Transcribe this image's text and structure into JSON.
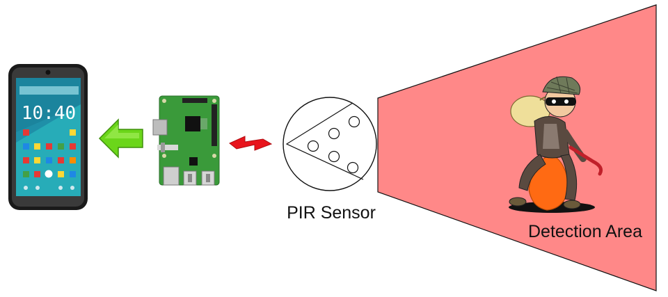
{
  "phone": {
    "clock_text": "10:40",
    "body_color": "#2b2b2b",
    "screen_color": "#1f8fa8",
    "accent_color": "#2ec4c4"
  },
  "arrow": {
    "color": "#6bd61a",
    "direction": "left"
  },
  "board": {
    "color": "#3a9a3a",
    "icon": "raspberry-pi-board-icon"
  },
  "signal": {
    "color": "#e8141c",
    "icon": "lightning-bolt-icon"
  },
  "sensor": {
    "label": "PIR Sensor",
    "icon": "pir-sensor-icon"
  },
  "detection": {
    "label": "Detection Area",
    "fill_color": "#ff8888"
  },
  "intruder": {
    "icon": "burglar-icon"
  }
}
